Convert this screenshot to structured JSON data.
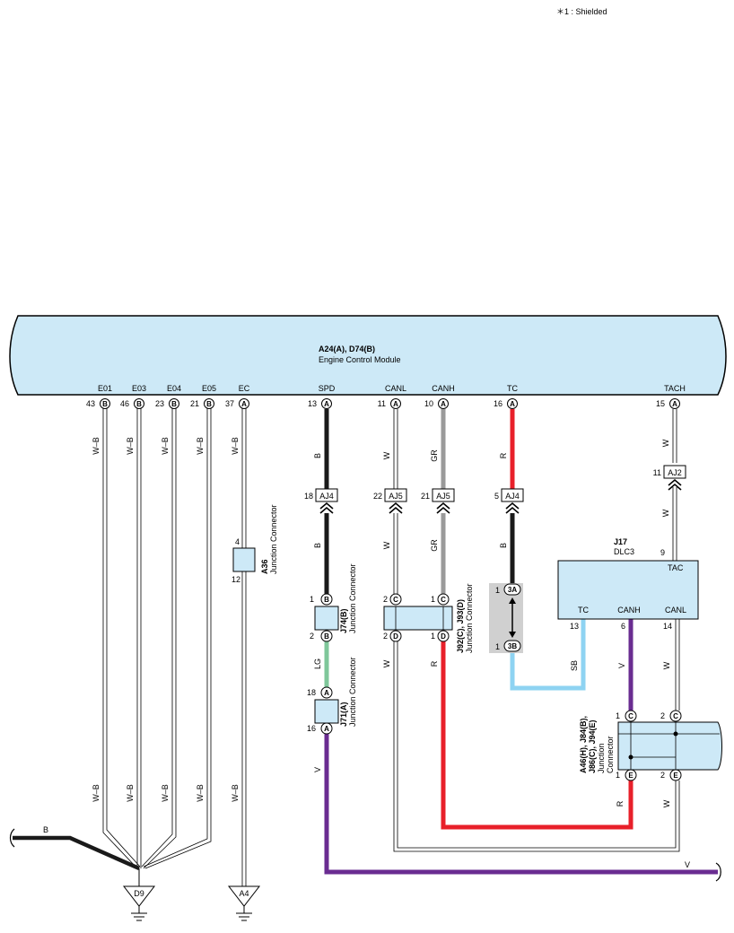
{
  "note": "＊1 : Shielded",
  "ecm": {
    "id": "A24(A), D74(B)",
    "name": "Engine Control Module",
    "terminals": {
      "e01": {
        "label": "E01",
        "pin": "43",
        "conn": "B"
      },
      "e03": {
        "label": "E03",
        "pin": "46",
        "conn": "B"
      },
      "e04": {
        "label": "E04",
        "pin": "23",
        "conn": "B"
      },
      "e05": {
        "label": "E05",
        "pin": "21",
        "conn": "B"
      },
      "ec": {
        "label": "EC",
        "pin": "37",
        "conn": "A"
      },
      "spd": {
        "label": "SPD",
        "pin": "13",
        "conn": "A"
      },
      "canl": {
        "label": "CANL",
        "pin": "11",
        "conn": "A"
      },
      "canh": {
        "label": "CANH",
        "pin": "10",
        "conn": "A"
      },
      "tc": {
        "label": "TC",
        "pin": "16",
        "conn": "A"
      },
      "tach": {
        "label": "TACH",
        "pin": "15",
        "conn": "A"
      }
    }
  },
  "wire_colors": {
    "wb": "W–B",
    "b": "B",
    "w": "W",
    "gr": "GR",
    "r": "R",
    "lg": "LG",
    "v": "V",
    "sb": "SB"
  },
  "colors": {
    "module_fill": "#cde9f7",
    "black": "#1a1a1a",
    "gray": "#9a9a9a",
    "red": "#e8202a",
    "green": "#7fc79a",
    "purple": "#6a2c91",
    "skyblue": "#8ed3f2",
    "shield_box": "#d0d0d0"
  },
  "inline_connectors": {
    "aj4_spd": {
      "pin": "18",
      "name": "AJ4"
    },
    "aj5_canl": {
      "pin": "22",
      "name": "AJ5"
    },
    "aj5_canh": {
      "pin": "21",
      "name": "AJ5"
    },
    "aj4_tc": {
      "pin": "5",
      "name": "AJ4"
    },
    "aj2_tach": {
      "pin": "11",
      "name": "AJ2"
    }
  },
  "a36": {
    "id": "A36",
    "desc": "Junction Connector",
    "pin_top": "4",
    "pin_bottom": "12"
  },
  "j74": {
    "id": "J74(B)",
    "desc": "Junction Connector",
    "pin_top": "1",
    "conn_top": "B",
    "pin_bottom": "2",
    "conn_bottom": "B"
  },
  "j71": {
    "id": "J71(A)",
    "desc": "Junction Connector",
    "pin_top": "18",
    "conn_top": "A",
    "pin_bottom": "16",
    "conn_bottom": "A"
  },
  "j92": {
    "id": "J92(C), J93(D)",
    "desc": "Junction Connector",
    "left_top": {
      "pin": "2",
      "conn": "C"
    },
    "right_top": {
      "pin": "1",
      "conn": "C"
    },
    "left_bottom": {
      "pin": "2",
      "conn": "D"
    },
    "right_bottom": {
      "pin": "1",
      "conn": "D"
    }
  },
  "shield_conn": {
    "top_pin": "1",
    "top": "3A",
    "bottom_pin": "1",
    "bottom": "3B"
  },
  "dlc3": {
    "id": "J17",
    "name": "DLC3",
    "tac": "TAC",
    "tac_pin": "9",
    "tc": "TC",
    "tc_pin": "13",
    "canh": "CANH",
    "canh_pin": "6",
    "canl": "CANL",
    "canl_pin": "14"
  },
  "a46": {
    "id_line1": "A46(H), J84(B),",
    "id_line2": "J86(C), J94(E)",
    "desc_line1": "Junction",
    "desc_line2": "Connector",
    "top_left": {
      "pin": "1",
      "conn": "C"
    },
    "top_right": {
      "pin": "2",
      "conn": "C"
    },
    "bottom_left": {
      "pin": "1",
      "conn": "E"
    },
    "bottom_right": {
      "pin": "2",
      "conn": "E"
    }
  },
  "grounds": {
    "d9": "D9",
    "a4": "A4"
  }
}
